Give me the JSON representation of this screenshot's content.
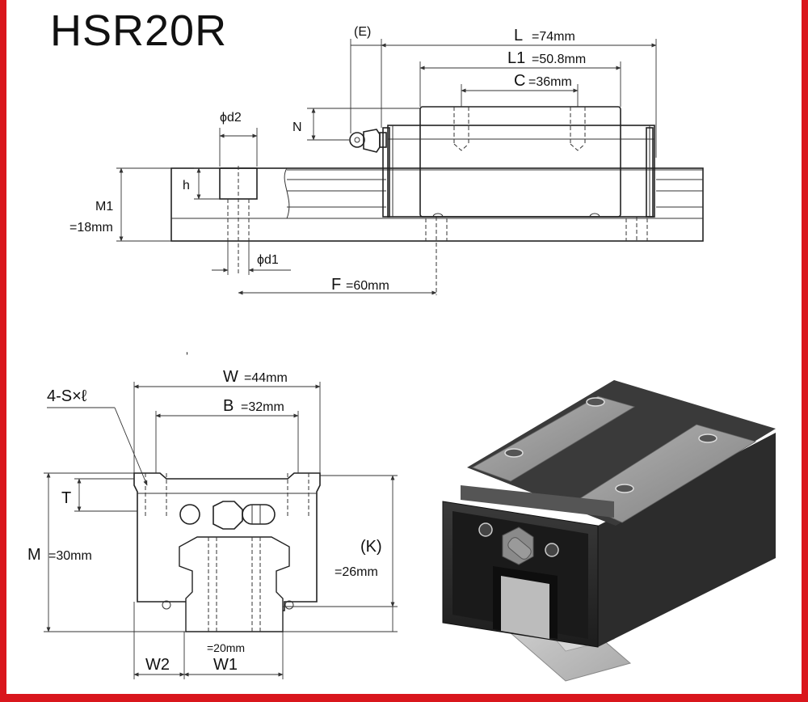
{
  "title": "HSR20R",
  "side_view": {
    "e_label": "(E)",
    "l_label": "L",
    "l_value": "=74mm",
    "l1_label": "L1",
    "l1_value": "=50.8mm",
    "c_label": "C",
    "c_value": "=36mm",
    "n_label": "N",
    "d2_label": "ϕd2",
    "h_label": "h",
    "m1_label": "M1",
    "m1_value": "=18mm",
    "d1_label": "ϕd1",
    "f_label": "F",
    "f_value": "=60mm"
  },
  "front_view": {
    "w_label": "W",
    "w_value": "=44mm",
    "s_label": "4-S×ℓ",
    "b_label": "B",
    "b_value": "=32mm",
    "t_label": "T",
    "m_label": "M",
    "m_value": "=30mm",
    "k_label": "(K)",
    "k_value": "=26mm",
    "w1_value": "=20mm",
    "w2_label": "W2",
    "w1_label": "W1"
  },
  "colors": {
    "border": "#d9161c",
    "block_top": "#9a9a9a",
    "block_body": "#2b2b2b",
    "rail": "#cfcfcf"
  },
  "icons": {
    "grease_nipple": "grease-nipple-icon"
  }
}
